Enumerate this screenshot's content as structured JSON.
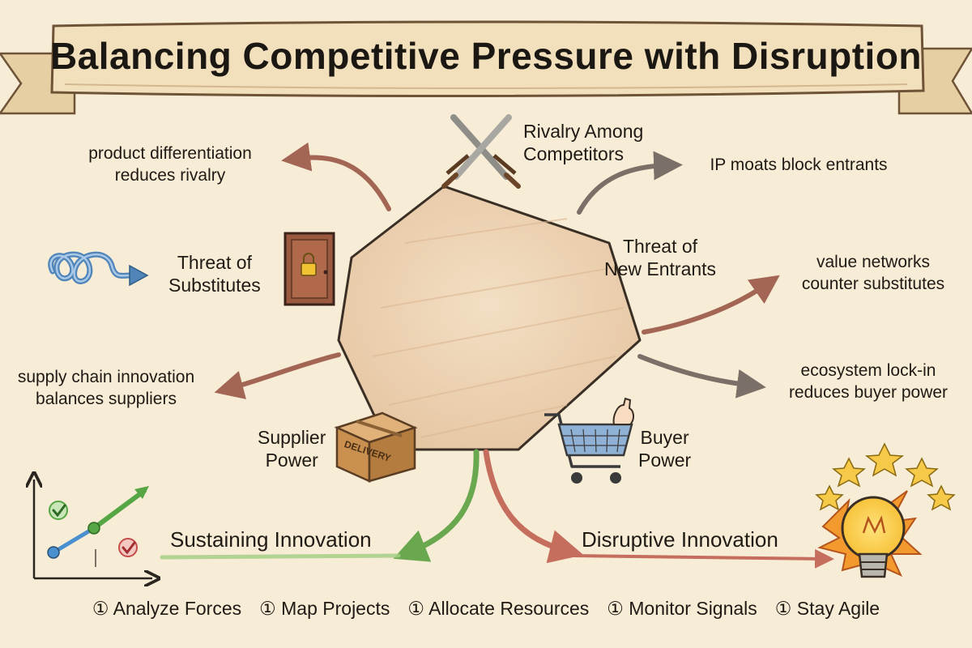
{
  "title": "Balancing Competitive Pressure with Disruption",
  "forces": {
    "rivalry": "Rivalry Among\nCompetitors",
    "new_entrants": "Threat of\nNew Entrants",
    "substitutes": "Threat of\nSubstitutes",
    "supplier": "Supplier\nPower",
    "buyer": "Buyer\nPower"
  },
  "strategies": {
    "differentiation": "product differentiation\nreduces rivalry",
    "ip_moats": "IP moats block entrants",
    "value_networks": "value networks\ncounter substitutes",
    "supply_chain": "supply chain innovation\nbalances suppliers",
    "ecosystem": "ecosystem lock-in\nreduces buyer power"
  },
  "box_label": "DELIVERY",
  "paths": {
    "sustaining": "Sustaining Innovation",
    "disruptive": "Disruptive Innovation"
  },
  "steps": [
    "① Analyze Forces",
    "① Map Projects",
    "① Allocate Resources",
    "① Monitor Signals",
    "① Stay Agile"
  ]
}
